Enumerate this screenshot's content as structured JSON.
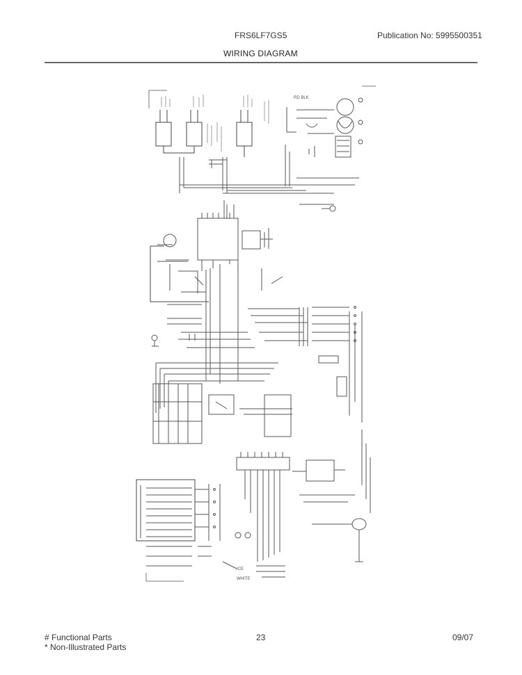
{
  "header": {
    "model": "FRS6LF7GS5",
    "publication": "Publication No:  5995500351"
  },
  "title": "WIRING DIAGRAM",
  "footer": {
    "legend_functional": "# Functional Parts",
    "legend_non_illustrated": "* Non-Illustrated Parts",
    "page_number": "23",
    "date": "09/07"
  },
  "diagram": {
    "labels": {
      "ice": "ICE",
      "white": "WHITE",
      "rd_blk": "RD BLK"
    }
  }
}
